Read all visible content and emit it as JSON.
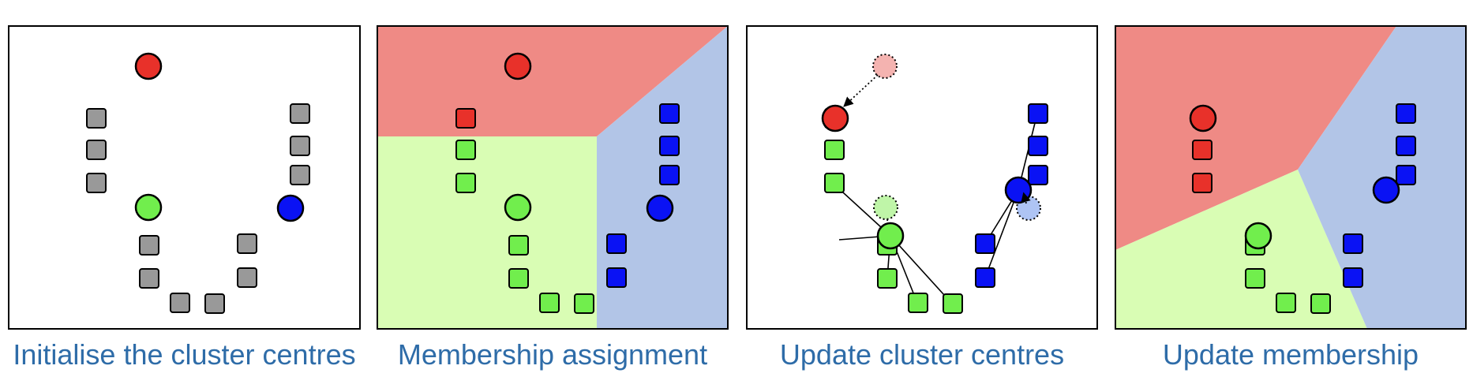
{
  "colors": {
    "red": "#e8312a",
    "green": "#71ee4d",
    "blue": "#0a12f4",
    "gray": "#999999",
    "region_red": "#ef8a85",
    "region_green": "#d9fdb4",
    "region_blue": "#b2c5e7",
    "caption": "#2e6ca8",
    "faded_red": "#f4b3b0",
    "faded_green": "#bff5a8",
    "faded_blue": "#aec4f4"
  },
  "panels": [
    {
      "caption": "Initialise the cluster centres"
    },
    {
      "caption": "Membership assignment"
    },
    {
      "caption": "Update cluster centres"
    },
    {
      "caption": "Update membership"
    }
  ]
}
